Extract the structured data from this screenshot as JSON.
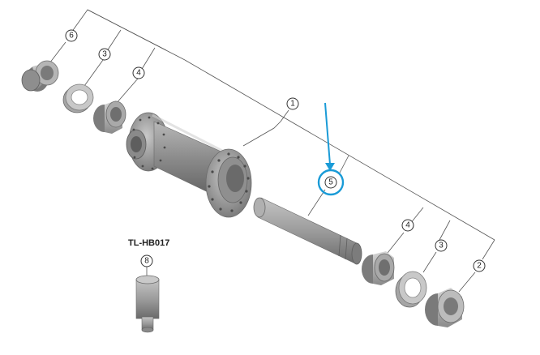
{
  "callouts": {
    "c1": "1",
    "c2": "2",
    "c3a": "3",
    "c3b": "3",
    "c4a": "4",
    "c4b": "4",
    "c5": "5",
    "c6": "6",
    "c8": "8"
  },
  "tool": {
    "label": "TL-HB017"
  },
  "colors": {
    "highlight": "#1a9bd7",
    "part_light": "#c9c9c9",
    "part_mid": "#9a9a9a",
    "part_dark": "#6e6e6e",
    "leader": "#555555"
  }
}
